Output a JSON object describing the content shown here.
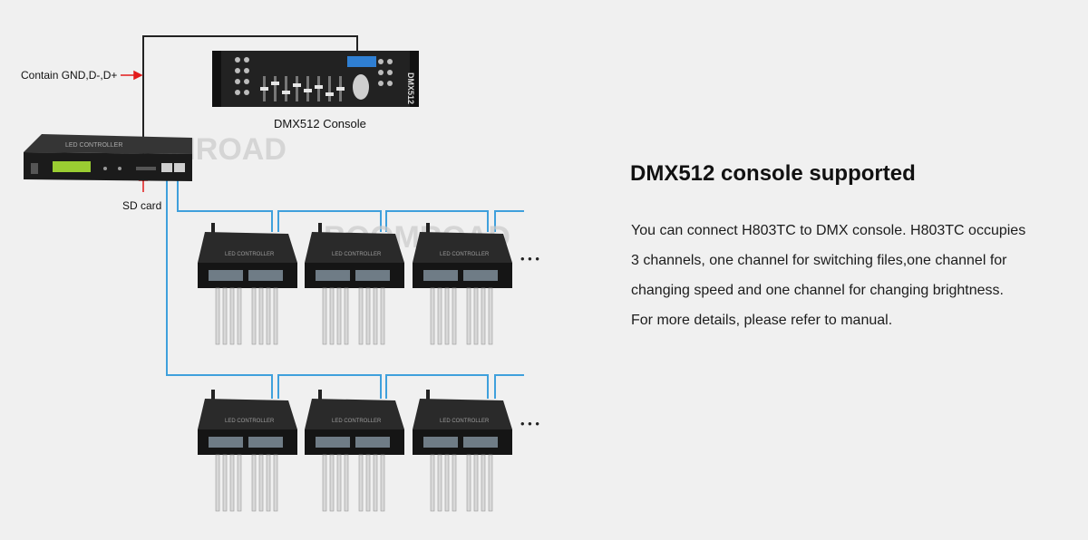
{
  "labels": {
    "signal": "Contain GND,D-,D+",
    "console": "DMX512 Console",
    "sdcard": "SD card",
    "watermark": "BOOMROAD",
    "controller_face": "LED CONTROLLER",
    "console_brand": "DMX512",
    "more": "• • •"
  },
  "heading": "DMX512 console supported",
  "description": [
    "You can connect H803TC to DMX console. H803TC occupies",
    "3 channels, one channel for switching files,one channel for",
    "changing speed and one channel for changing brightness.",
    "For more details, please refer to manual."
  ],
  "colors": {
    "background": "#f0f0f0",
    "wire_blue": "#3fa0dc",
    "wire_black": "#222222",
    "arrow_red": "#e21b1b",
    "device_dark": "#1b1b1b"
  }
}
